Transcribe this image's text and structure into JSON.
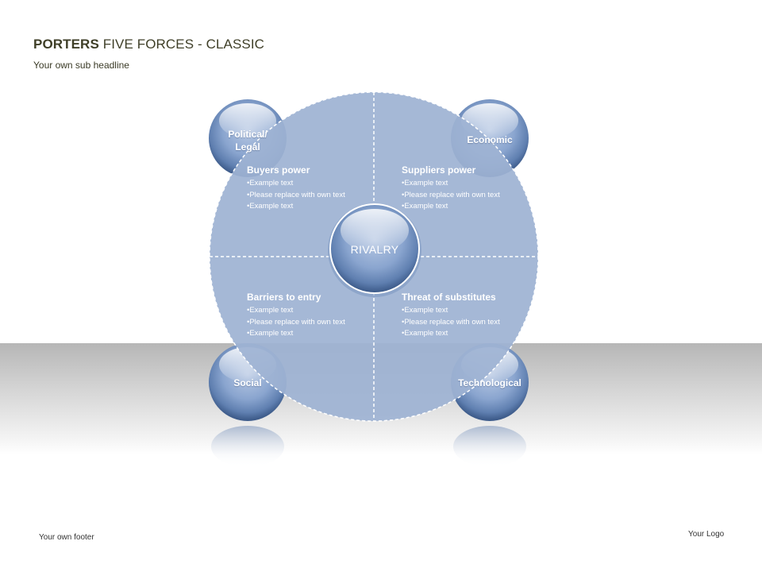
{
  "header": {
    "title_bold": "PORTERS",
    "title_rest": " FIVE FORCES - CLASSIC",
    "subtitle": "Your own sub headline"
  },
  "footer": {
    "text": "Your own footer",
    "logo": "Your Logo"
  },
  "colors": {
    "circle_fill": "#9eb3d3",
    "sphere_mid": "#7f9cc8",
    "sphere_dark": "#4e6d9c",
    "title_text": "#3f3f28"
  },
  "diagram": {
    "center_label": "RIVALRY",
    "spheres": {
      "top_left": "Political/\nLegal",
      "top_right": "Economic",
      "bottom_left": "Social",
      "bottom_right": "Technological"
    },
    "quadrants": [
      {
        "heading": "Buyers power",
        "bullets": [
          "Example text",
          "Please replace with own text",
          "Example text"
        ]
      },
      {
        "heading": "Suppliers power",
        "bullets": [
          "Example text",
          "Please replace with own text",
          "Example text"
        ]
      },
      {
        "heading": "Barriers to entry",
        "bullets": [
          "Example text",
          "Please replace with own text",
          "Example text"
        ]
      },
      {
        "heading": "Threat of substitutes",
        "bullets": [
          "Example text",
          "Please replace with own text",
          "Example text"
        ]
      }
    ]
  }
}
